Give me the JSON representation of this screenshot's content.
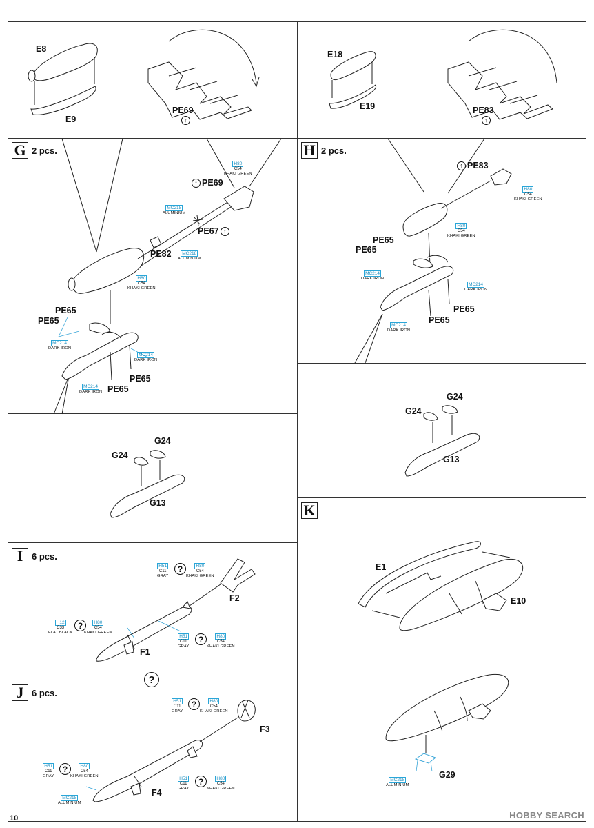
{
  "page_number": "10",
  "watermark": "HOBBY SEARCH",
  "steps": {
    "G": {
      "letter": "G",
      "qty": "2 pcs."
    },
    "H": {
      "letter": "H",
      "qty": "2 pcs."
    },
    "I": {
      "letter": "I",
      "qty": "6 pcs."
    },
    "J": {
      "letter": "J",
      "qty": "6 pcs."
    },
    "K": {
      "letter": "K",
      "qty": ""
    }
  },
  "parts": {
    "e8": "E8",
    "e9": "E9",
    "pe69a": "PE69",
    "e18": "E18",
    "e19": "E19",
    "pe83a": "PE83",
    "g_pe69": "PE69",
    "g_pe67": "PE67",
    "g_pe82": "PE82",
    "g_pe65a": "PE65",
    "g_pe65b": "PE65",
    "g_pe65c": "PE65",
    "g_pe65d": "PE65",
    "g_g24a": "G24",
    "g_g24b": "G24",
    "g_g13": "G13",
    "h_pe83": "PE83",
    "h_pe65a": "PE65",
    "h_pe65b": "PE65",
    "h_pe65c": "PE65",
    "h_pe65d": "PE65",
    "h_g24a": "G24",
    "h_g24b": "G24",
    "h_g13": "G13",
    "i_f2": "F2",
    "i_f1": "F1",
    "j_f3": "F3",
    "j_f4": "F4",
    "k_e1": "E1",
    "k_e10": "E10",
    "k_g29": "G29"
  },
  "colors": {
    "h80": {
      "code": "H80",
      "sub": "C54",
      "name": "KHAKI GREEN"
    },
    "mc218": {
      "code": "MC218",
      "sub": "",
      "name": "ALUMINIUM"
    },
    "mc214": {
      "code": "MC214",
      "sub": "",
      "name": "DARK IRON"
    },
    "h51": {
      "code": "H51",
      "sub": "C11",
      "name": "GRAY"
    },
    "h12": {
      "code": "H12",
      "sub": "C33",
      "name": "FLAT BLACK"
    }
  },
  "symbols": {
    "question": "?",
    "arrow": "↑"
  }
}
